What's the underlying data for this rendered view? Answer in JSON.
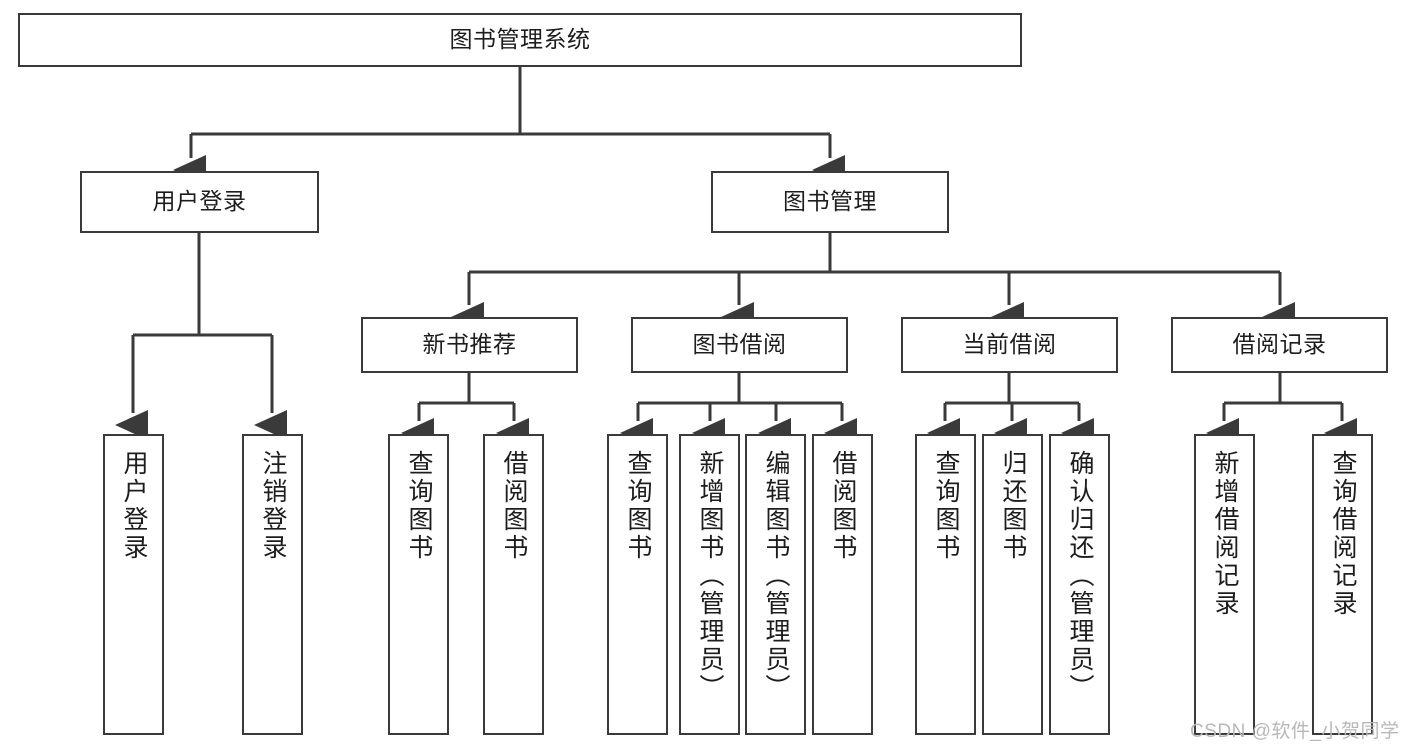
{
  "diagram": {
    "type": "tree-hierarchy-chart",
    "title": "图书管理系统",
    "watermark": "CSDN @软件_小贺同学",
    "colors": {
      "box_border": "#3a3a3a",
      "box_fill": "#ffffff",
      "connector": "#3a3a3a",
      "text": "#1d1d1d",
      "watermark": "#b8b8b8"
    },
    "nodes": {
      "root": {
        "label": "图书管理系统"
      },
      "level2": [
        {
          "label": "用户登录"
        },
        {
          "label": "图书管理"
        }
      ],
      "level3": [
        {
          "label": "新书推荐"
        },
        {
          "label": "图书借阅"
        },
        {
          "label": "当前借阅"
        },
        {
          "label": "借阅记录"
        }
      ],
      "leaves_user_login": [
        {
          "label": "用户登录"
        },
        {
          "label": "注销登录"
        }
      ],
      "leaves_new_book": [
        {
          "label": "查询图书"
        },
        {
          "label": "借阅图书"
        }
      ],
      "leaves_borrow": [
        {
          "label": "查询图书"
        },
        {
          "label": "新增图书（管理员）"
        },
        {
          "label": "编辑图书（管理员）"
        },
        {
          "label": "借阅图书"
        }
      ],
      "leaves_current": [
        {
          "label": "查询图书"
        },
        {
          "label": "归还图书"
        },
        {
          "label": "确认归还（管理员）"
        }
      ],
      "leaves_record": [
        {
          "label": "新增借阅记录"
        },
        {
          "label": "查询借阅记录"
        }
      ]
    }
  }
}
